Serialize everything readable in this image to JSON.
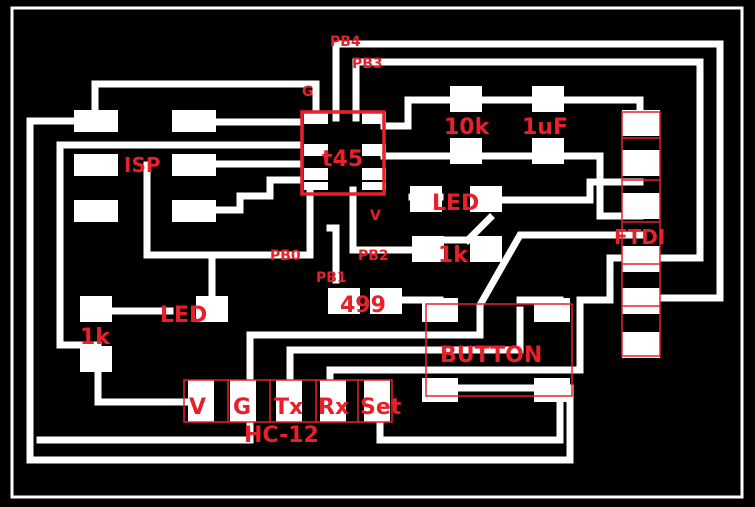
{
  "colors": {
    "background": "#000000",
    "copper": "#ffffff",
    "annotation": "#e8202a"
  },
  "labels": {
    "pb4": "PB4",
    "pb3": "PB3",
    "g": "G",
    "t45": "t45",
    "v_pin": "V",
    "pb0": "PB0",
    "pb1": "PB1",
    "pb2": "PB2",
    "isp": "ISP",
    "r_10k": "10k",
    "c_1uf": "1uF",
    "led_top": "LED",
    "r_1k_top": "1k",
    "ftdi": "FTDI",
    "led_left": "LED",
    "r_1k_left": "1k",
    "r_499": "499",
    "button": "BUTTON",
    "hc12_v": "V",
    "hc12_g": "G",
    "hc12_tx": "Tx",
    "hc12_rx": "Rx",
    "hc12_set": "Set",
    "hc12": "HC-12"
  }
}
